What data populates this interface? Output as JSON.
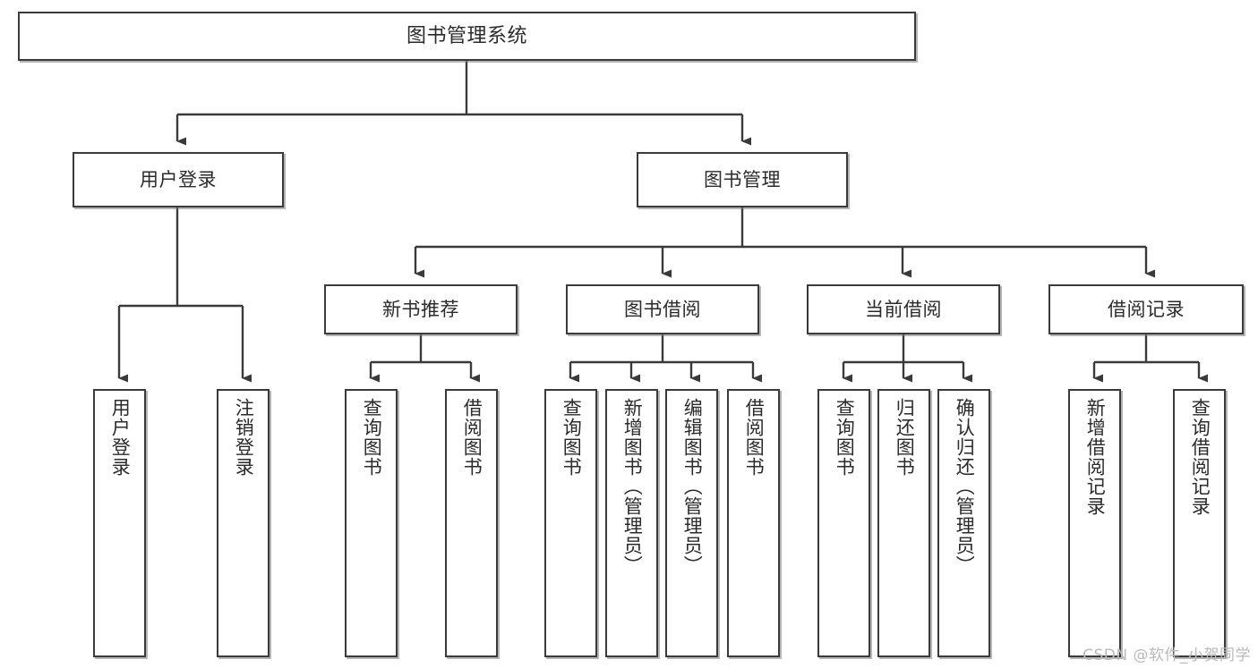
{
  "diagram": {
    "type": "tree-hierarchy",
    "title": "图书管理系统",
    "root": {
      "id": "root",
      "label": "图书管理系统",
      "level": 0
    },
    "level1": [
      {
        "id": "user-login",
        "label": "用户登录",
        "level": 1
      },
      {
        "id": "book-management",
        "label": "图书管理",
        "level": 1
      }
    ],
    "level2": [
      {
        "id": "new-book-recommend",
        "label": "新书推荐",
        "level": 2,
        "parent": "book-management"
      },
      {
        "id": "book-borrow",
        "label": "图书借阅",
        "level": 2,
        "parent": "book-management"
      },
      {
        "id": "current-borrow",
        "label": "当前借阅",
        "level": 2,
        "parent": "book-management"
      },
      {
        "id": "borrow-record",
        "label": "借阅记录",
        "level": 2,
        "parent": "book-management"
      }
    ],
    "leaves": [
      {
        "id": "leaf-user-login",
        "label": "用户登录",
        "parent": "user-login"
      },
      {
        "id": "leaf-logout",
        "label": "注销登录",
        "parent": "user-login"
      },
      {
        "id": "leaf-query-book-1",
        "label": "查询图书",
        "parent": "new-book-recommend"
      },
      {
        "id": "leaf-borrow-book-1",
        "label": "借阅图书",
        "parent": "new-book-recommend"
      },
      {
        "id": "leaf-query-book-2",
        "label": "查询图书",
        "parent": "book-borrow"
      },
      {
        "id": "leaf-add-book",
        "label": "新增图书（管理员）",
        "parent": "book-borrow"
      },
      {
        "id": "leaf-edit-book",
        "label": "编辑图书（管理员）",
        "parent": "book-borrow"
      },
      {
        "id": "leaf-borrow-book-2",
        "label": "借阅图书",
        "parent": "book-borrow"
      },
      {
        "id": "leaf-query-book-3",
        "label": "查询图书",
        "parent": "current-borrow"
      },
      {
        "id": "leaf-return-book",
        "label": "归还图书",
        "parent": "current-borrow"
      },
      {
        "id": "leaf-confirm-return",
        "label": "确认归还（管理员）",
        "parent": "current-borrow"
      },
      {
        "id": "leaf-add-record",
        "label": "新增借阅记录",
        "parent": "borrow-record"
      },
      {
        "id": "leaf-query-record",
        "label": "查询借阅记录",
        "parent": "borrow-record"
      }
    ]
  },
  "watermark": {
    "text": "CSDN @软件_小贺同学"
  },
  "colors": {
    "box_border": "#3a3a3a",
    "box_fill": "#ffffff",
    "text": "#2b2b2b",
    "connector": "#3a3a3a",
    "watermark": "#b9b9b9",
    "background": "#ffffff"
  }
}
